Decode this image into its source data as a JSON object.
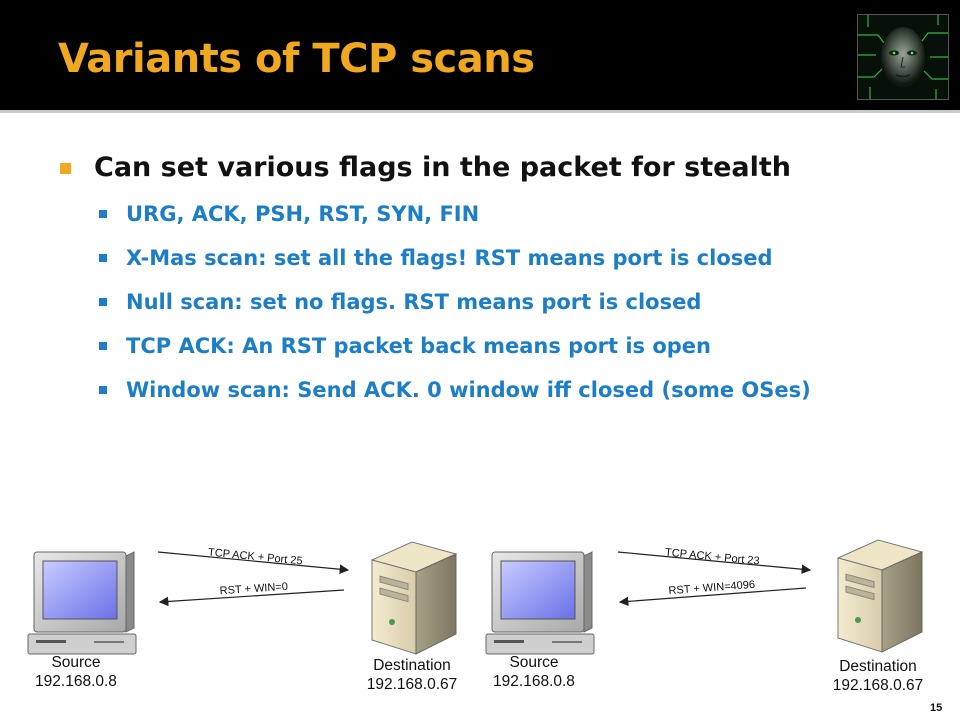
{
  "slide": {
    "title": "Variants of TCP scans",
    "page_number": "15"
  },
  "bullets": {
    "main": "Can set various flags in the packet for stealth",
    "sub": [
      "URG, ACK, PSH, RST, SYN, FIN",
      "X-Mas scan: set all the flags! RST means port is closed",
      "Null scan: set no flags. RST means port is closed",
      "TCP ACK: An RST packet back means port is open",
      "Window scan: Send ACK. 0 window iff closed (some OSes)"
    ]
  },
  "diagram": {
    "left": {
      "source_label": "Source",
      "source_ip": "192.168.0.8",
      "dest_label": "Destination",
      "dest_ip": "192.168.0.67",
      "request": "TCP ACK + Port 25",
      "reply": "RST + WIN=0"
    },
    "right": {
      "source_label": "Source",
      "source_ip": "192.168.0.8",
      "dest_label": "Destination",
      "dest_ip": "192.168.0.67",
      "request": "TCP ACK + Port 23",
      "reply": "RST + WIN=4096"
    }
  },
  "colors": {
    "title": "#f0a81e",
    "bullet_text": "#111111",
    "sub_bullet_text": "#1c7ec7",
    "title_bar": "#000000"
  }
}
